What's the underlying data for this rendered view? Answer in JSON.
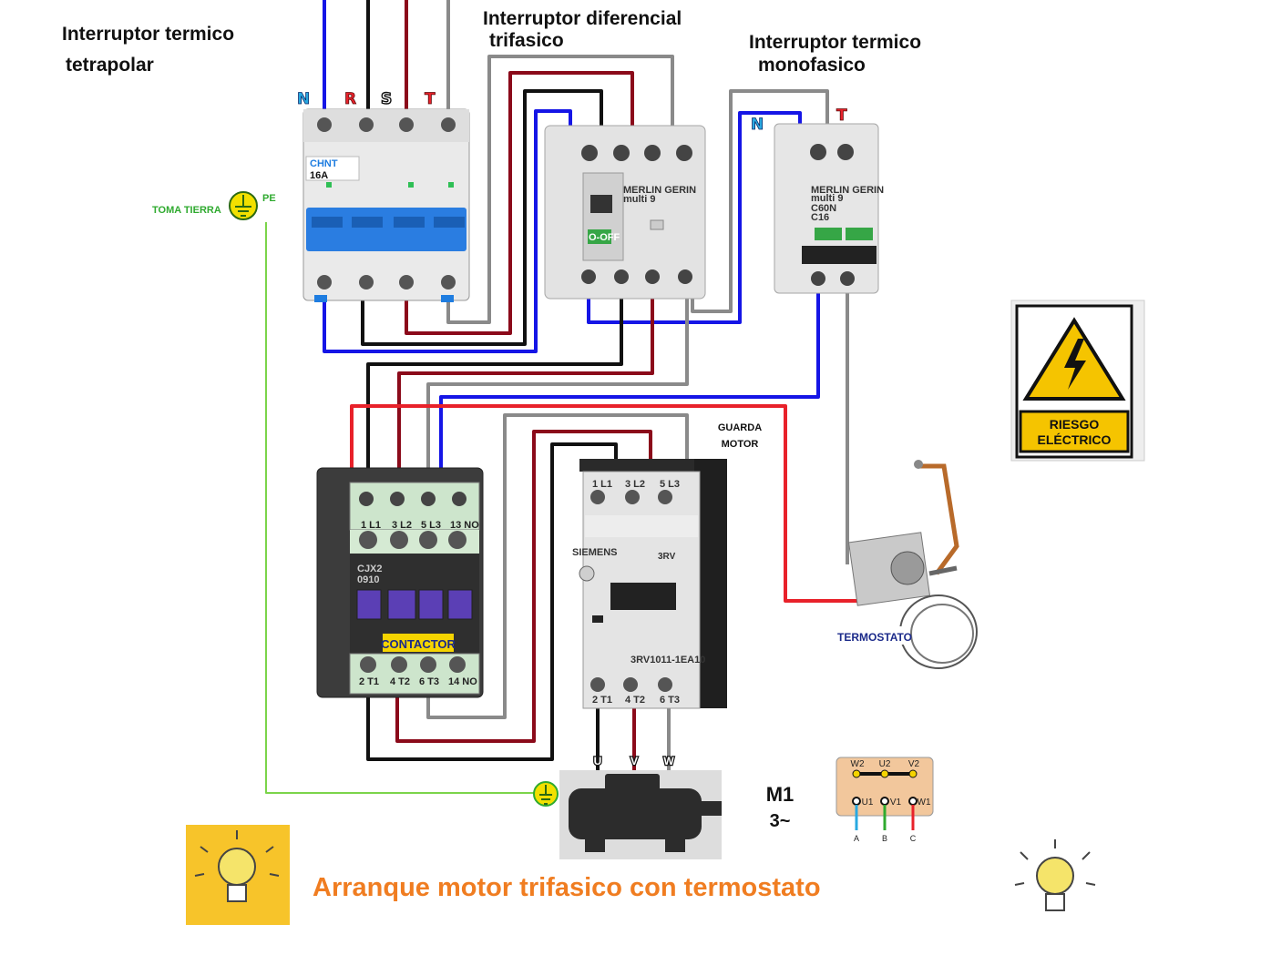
{
  "titles": {
    "breaker_4p_line1": "Interruptor termico",
    "breaker_4p_line2": "tetrapolar",
    "rcd_line1": "Interruptor diferencial",
    "rcd_line2": "trifasico",
    "breaker_1p_line1": "Interruptor termico",
    "breaker_1p_line2": "monofasico",
    "motor_guard_line1": "GUARDA",
    "motor_guard_line2": "MOTOR",
    "contactor": "CONTACTOR",
    "thermostat": "TERMOSTATO",
    "earth": "TOMA TIERRA",
    "pe": "PE",
    "footer": "Arranque motor trifasico con termostato"
  },
  "phase_labels": {
    "n": "N",
    "r": "R",
    "s": "S",
    "t": "T",
    "n2": "N",
    "t2": "T"
  },
  "device_text": {
    "chnt": "CHNT",
    "rating_16a": "16A",
    "rcd_brand": "MERLIN GERIN",
    "rcd_model": "multi 9",
    "breaker_brand": "MERLIN GERIN",
    "breaker_model": "multi 9",
    "breaker_c60n": "C60N",
    "breaker_c16": "C16",
    "off": "O-OFF",
    "contactor_model": "CJX2",
    "contactor_code": "0910",
    "contactor_top_terms": [
      "1 L1",
      "3 L2",
      "5 L3",
      "13 NO"
    ],
    "contactor_bottom_terms": [
      "2 T1",
      "4 T2",
      "6 T3",
      "14 NO"
    ],
    "siemens": "SIEMENS",
    "model_3rv": "3RV",
    "guard_top_terms": [
      "1 L1",
      "3 L2",
      "5 L3"
    ],
    "guard_bottom_terms": [
      "2 T1",
      "4 T2",
      "6 T3"
    ],
    "guard_code": "3RV1011-1EA10"
  },
  "motor": {
    "name": "M1",
    "phase_symbol": "3~",
    "terminals_uvw": [
      "U",
      "V",
      "W"
    ],
    "box_top": [
      "W2",
      "U2",
      "V2"
    ],
    "box_bottom": [
      "U1",
      "V1",
      "W1"
    ],
    "box_phases": [
      "A",
      "B",
      "C"
    ]
  },
  "sign": {
    "line1": "RIESGO",
    "line2": "ELÉCTRICO"
  },
  "colors": {
    "neutral": "#1515e6",
    "phase_r": "#8b0a1a",
    "phase_s": "#111111",
    "phase_t": "#8a8a8a",
    "red_wire": "#e8212a",
    "earth_wire": "#7bd44a",
    "footer_text": "#f07d21",
    "label_blue": "#29a9e1",
    "label_red": "#e8212a",
    "sign_yellow": "#f5c400"
  }
}
